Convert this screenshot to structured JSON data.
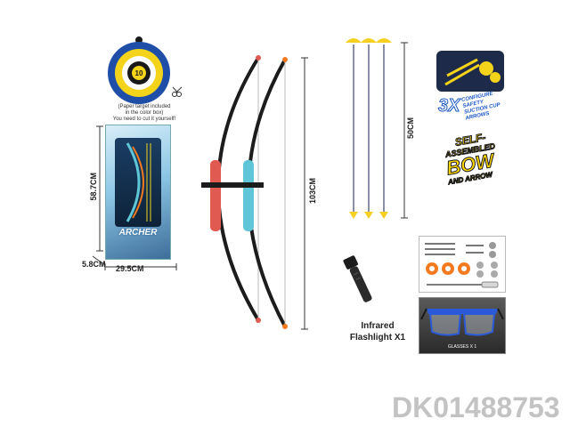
{
  "target": {
    "center_number": "10",
    "note_lines": [
      "(Paper target included",
      "in the color box)",
      "You need to cut it yourself!"
    ]
  },
  "package": {
    "brand": "ARCHER",
    "height_label": "58.7CM",
    "width_label": "29.5CM",
    "depth_label": "5.8CM"
  },
  "bow": {
    "length_label": "103CM"
  },
  "arrows": {
    "length_label": "50CM",
    "count": 3
  },
  "promo_arrows": {
    "multiplier": "3X",
    "lines": [
      "CONFIGURE",
      "SAFETY",
      "SUCTION CUP ARROWS"
    ]
  },
  "promo_bow": {
    "line1": "SELF-",
    "line2": "ASSEMBLED",
    "line3": "BOW",
    "line4": "AND ARROW"
  },
  "flashlight": {
    "label_line1": "Infrared",
    "label_line2": "Flashlight X1"
  },
  "glasses": {
    "label": "GLASSES X 1"
  },
  "product_code": "DK01488753",
  "colors": {
    "bow_red": "#e05a52",
    "bow_cyan": "#5fc6d8",
    "bow_limb": "#1c1c1c",
    "arrow_shaft": "#8b8fa8",
    "arrow_tip": "#f5d020",
    "target_blue": "#1f4ea8",
    "target_yellow": "#f3d41a",
    "suction_orange": "#f47a20"
  }
}
